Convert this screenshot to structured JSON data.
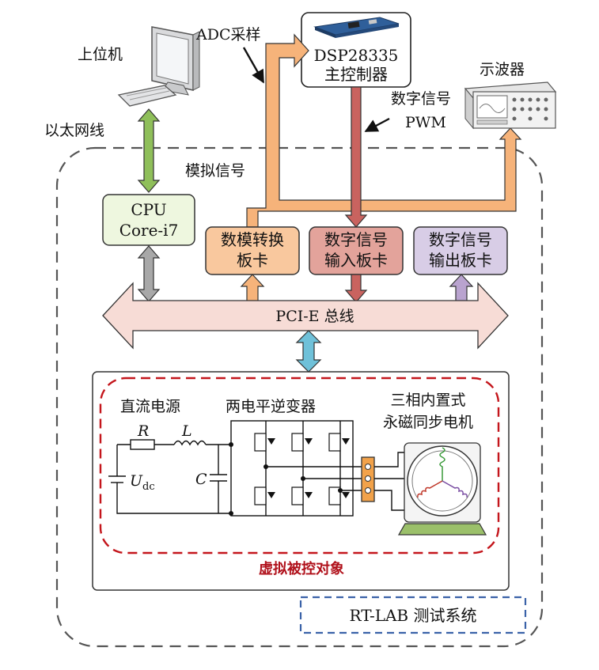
{
  "labels": {
    "host_pc": "上位机",
    "ethernet": "以太网线",
    "adc_sampling": "ADC采样",
    "dsp_line1": "DSP28335",
    "dsp_line2": "主控制器",
    "oscilloscope": "示波器",
    "digital_signal": "数字信号",
    "pwm": "PWM",
    "analog_signal": "模拟信号",
    "cpu_line1": "CPU",
    "cpu_line2": "Core-i7",
    "dac_line1": "数模转换",
    "dac_line2": "板卡",
    "din_line1": "数字信号",
    "din_line2": "输入板卡",
    "dout_line1": "数字信号",
    "dout_line2": "输出板卡",
    "pcie_bus": "PCI-E 总线",
    "dc_source": "直流电源",
    "inverter": "两电平逆变器",
    "motor_line1": "三相内置式",
    "motor_line2": "永磁同步电机",
    "resistor": "R",
    "inductor": "L",
    "capacitor": "C",
    "udc_main": "U",
    "udc_sub": "dc",
    "virtual_plant": "虚拟被控对象",
    "rtlab_system": "RT-LAB 测试系统"
  },
  "colors": {
    "orange": "#f6b37a",
    "red": "#c9635f",
    "green": "#8fbf5a",
    "blue": "#6fc1d9",
    "purple": "#b9a3cf",
    "gray": "#a8a8a8",
    "pink": "#f7dcd6",
    "cpu_fill": "#eef7df",
    "dac_fill": "#f9c89e",
    "din_fill": "#e3a39b",
    "dout_fill": "#d8cde6",
    "plant_red": "#c4161c",
    "rtlab_blue": "#3a62a8",
    "motor_green": "#9bc06a"
  },
  "icons": [
    "computer-icon",
    "dsp-board-icon",
    "oscilloscope-icon",
    "pmsm-motor-icon"
  ]
}
